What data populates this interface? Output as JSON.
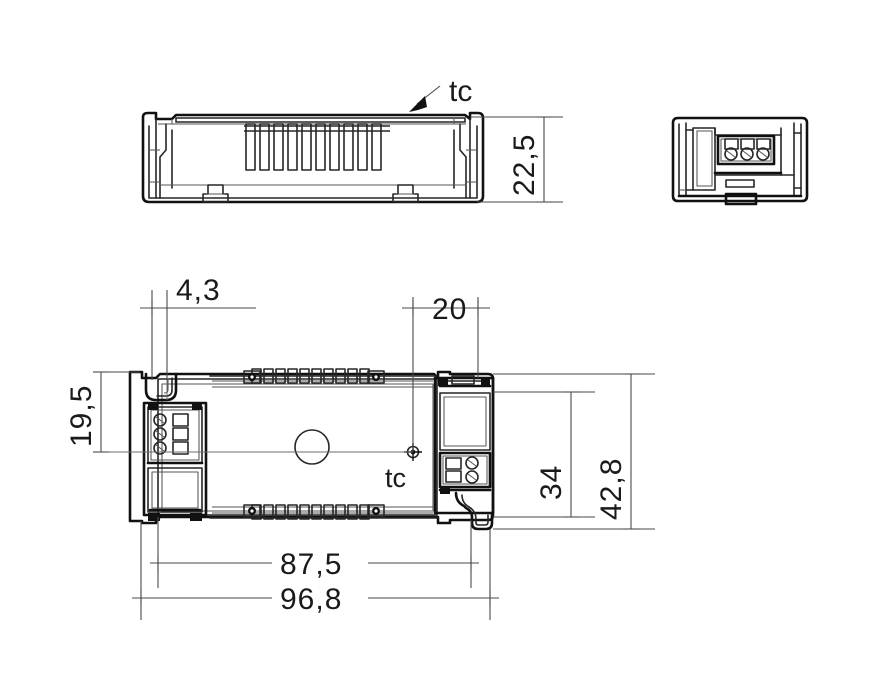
{
  "drawing": {
    "title": "LED driver mechanical outline drawing",
    "units": "mm",
    "line_color": "#111111",
    "dim_color": "#4a4a4a",
    "background": "#ffffff"
  },
  "views": {
    "side_view": {
      "name": "side-elevation-view",
      "label": "",
      "thermal_point_label": "tc",
      "fin_count": 10
    },
    "end_view": {
      "name": "end-elevation-view",
      "label": "",
      "terminal_count": 3
    },
    "top_view": {
      "name": "top-plan-view",
      "label": "",
      "thermal_point_label": "tc",
      "left_terminal_screws": 3,
      "right_terminal_screws": 2,
      "vent_slot_count": 10
    }
  },
  "dimensions": {
    "height_22_5": "22,5",
    "offset_4_3": "4,3",
    "offset_20": "20",
    "width_19_5": "19,5",
    "width_34": "34",
    "width_42_8": "42,8",
    "length_87_5": "87,5",
    "length_96_8": "96,8"
  },
  "annotations": {
    "tc_side": "tc",
    "tc_top": "tc"
  }
}
